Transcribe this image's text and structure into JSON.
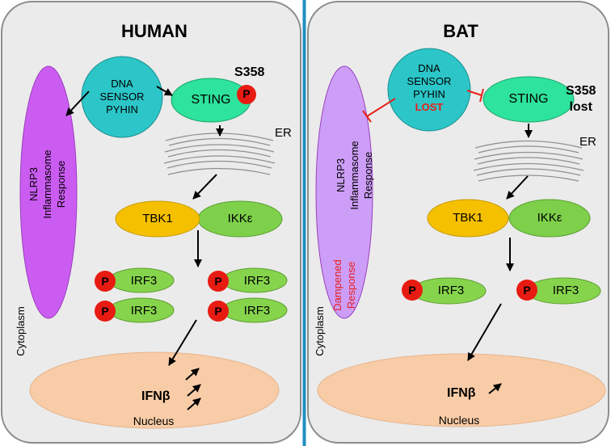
{
  "human": {
    "title": "HUMAN",
    "dna_sensor": [
      "DNA",
      "SENSOR",
      "PYHIN"
    ],
    "sting": "STING",
    "site": "S358",
    "phospho": "P",
    "er": "ER",
    "tbk1": "TBK1",
    "ikk": "IKKε",
    "irf3": "IRF3",
    "nlrp3": [
      "NLRP3",
      "Inflammasome",
      "Response"
    ],
    "cytoplasm": "Cytoplasm",
    "ifnb": "IFNβ",
    "nucleus": "Nucleus"
  },
  "bat": {
    "title": "BAT",
    "dna_sensor": [
      "DNA",
      "SENSOR",
      "PYHIN"
    ],
    "lost": "LOST",
    "sting": "STING",
    "site": [
      "S358",
      "lost"
    ],
    "phospho": "P",
    "er": "ER",
    "tbk1": "TBK1",
    "ikk": "IKKε",
    "irf3": "IRF3",
    "nlrp3": [
      "NLRP3",
      "Inflammasome",
      "Response"
    ],
    "dampened": [
      "Dampened",
      "Response"
    ],
    "cytoplasm": "Cytoplasm",
    "ifnb": "IFNβ",
    "nucleus": "Nucleus"
  },
  "colors": {
    "panel_bg": "#ebebeb",
    "panel_border": "#8c8c8c",
    "divider": "#1f8fc4",
    "dna_sensor": "#2cc6c8",
    "sting": "#2ee39b",
    "phospho": "#e81b12",
    "tbk1": "#f5c000",
    "ikk": "#7ed04a",
    "irf3": "#86d44c",
    "nlrp3_human": "#cb5cf2",
    "nlrp3_bat": "#cc9ef7",
    "nucleus": "#f8cca7",
    "inhibit": "#e8201a",
    "lost_text": "#e8201a"
  }
}
